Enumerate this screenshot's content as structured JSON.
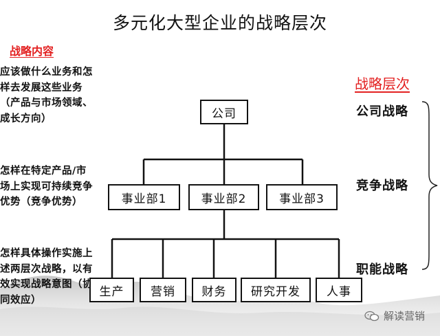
{
  "title": "多元化大型企业的战略层次",
  "left": {
    "heading": "战略内容",
    "blocks": [
      "应该做什么业务和怎样去发展这些业务（产品与市场领域、成长方向）",
      "怎样在特定产品/市场上实现可持续竞争优势（竞争优势）",
      "怎样具体操作实施上述两层次战略，以有效实现战略意图（协同效应）"
    ]
  },
  "right": {
    "heading": "战略层次",
    "levels": [
      "公司战略",
      "竞争战略",
      "职能战略"
    ]
  },
  "org": {
    "company": "公司",
    "business_units": [
      "事业部1",
      "事业部2",
      "事业部3"
    ],
    "functions": [
      "生产",
      "营销",
      "财务",
      "研究开发",
      "人事"
    ]
  },
  "watermark": {
    "text": "解读营销",
    "icon": "wechat-icon"
  },
  "colors": {
    "accent_red": "#e32020",
    "line": "#111111"
  }
}
